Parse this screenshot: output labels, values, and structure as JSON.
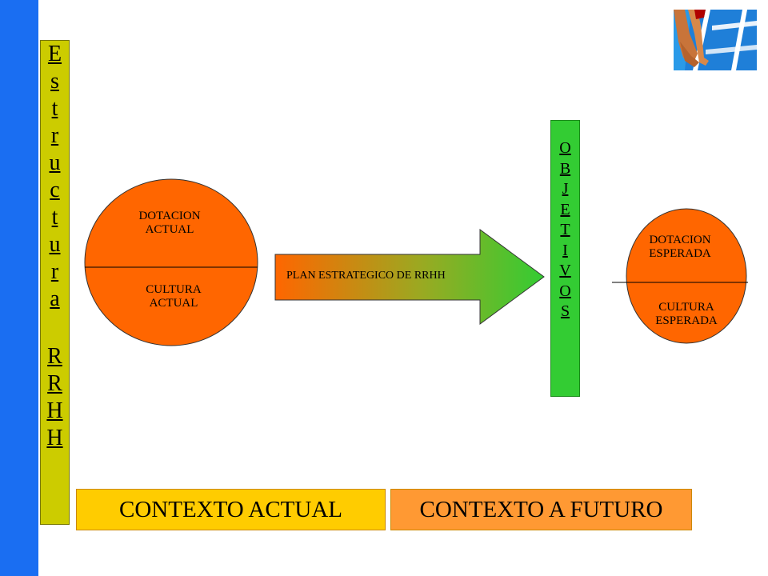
{
  "side_label": {
    "letters": [
      "E",
      "s",
      "t",
      "r",
      "u",
      "c",
      "t",
      "u",
      "r",
      "a",
      "R",
      "R",
      "H",
      "H"
    ]
  },
  "current_state": {
    "top_text_line1": "DOTACION",
    "top_text_line2": "ACTUAL",
    "bottom_text_line1": "CULTURA",
    "bottom_text_line2": "ACTUAL"
  },
  "arrow": {
    "label": "PLAN ESTRATEGICO DE RRHH"
  },
  "objectives": {
    "letters": [
      "O",
      "B",
      "J",
      "E",
      "T",
      "I",
      "V",
      "O",
      "S"
    ]
  },
  "future_state": {
    "top_text_line1": "DOTACION",
    "top_text_line2": "ESPERADA",
    "bottom_text_line1": "CULTURA",
    "bottom_text_line2": "ESPERADA"
  },
  "context": {
    "actual": "CONTEXTO ACTUAL",
    "futuro": "CONTEXTO A FUTURO"
  },
  "colors": {
    "blue_bar": "#1a6ef2",
    "side_label_bg": "#cccc00",
    "circle_fill": "#ff6600",
    "objetivos_bg": "#33cc33",
    "context_actual_bg": "#ffcc00",
    "context_futuro_bg": "#ff9933"
  }
}
